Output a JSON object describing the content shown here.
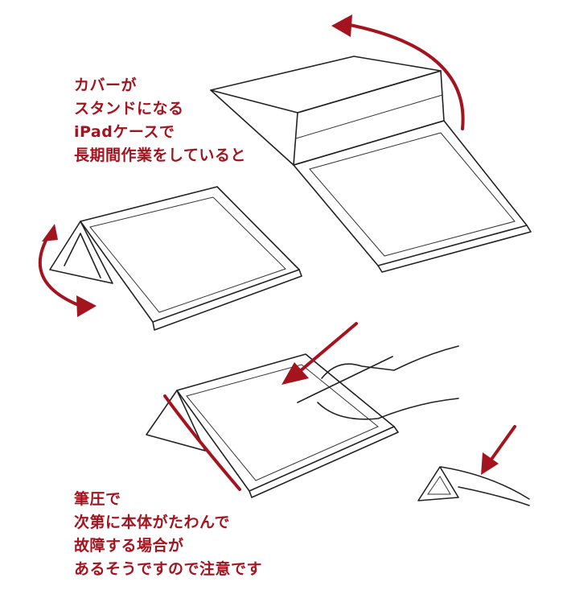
{
  "captions": {
    "top": [
      "カバーが",
      "スタンドになる",
      "iPadケースで",
      "長期間作業をしていると"
    ],
    "bottom": [
      "筆圧で",
      "次第に本体がたわんで",
      "故障する場合が",
      "あるそうですので注意です"
    ]
  },
  "colors": {
    "accent": "#a3141f",
    "line": "#222222"
  },
  "icons": [
    "curved-arrow-icon",
    "straight-arrow-icon"
  ]
}
